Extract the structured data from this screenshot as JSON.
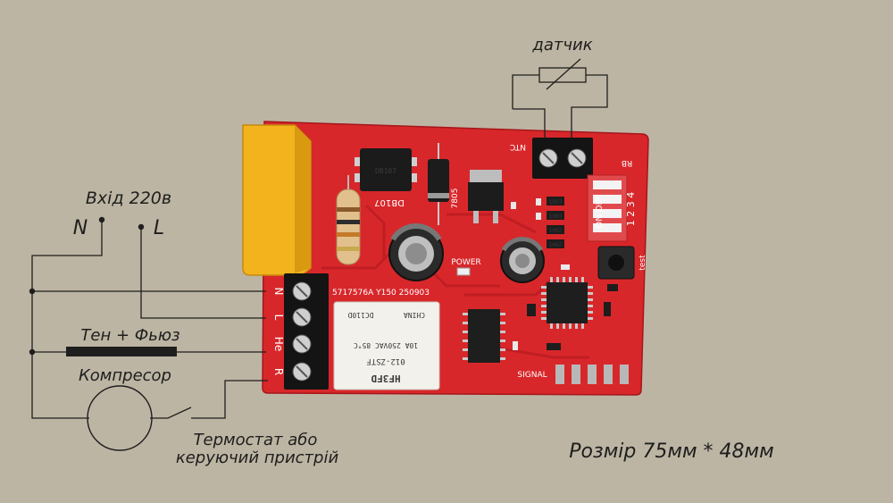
{
  "annotations": {
    "sensor": "датчик",
    "input": "Вхід 220в",
    "neutral": "N",
    "line": "L",
    "heater": "Тен + Фьюз",
    "compressor": "Компресор",
    "thermostat_line1": "Термостат або",
    "thermostat_line2": "керуючий пристрій",
    "size": "Розмір 75мм * 48мм"
  },
  "board": {
    "color": "#d8272a",
    "labels": {
      "ntc": "NTC",
      "rb": "RB",
      "dip": "ON DIP",
      "dip_nums": "1 2 3 4",
      "test": "test",
      "power": "POWER",
      "signal": "SIGNAL",
      "serial": "5717576A Y150 250903",
      "db107": "DB107",
      "bridge": "DB107",
      "reg": "7805",
      "terminal_labels": [
        "N",
        "L",
        "He",
        "R"
      ]
    },
    "relay": {
      "brand": "HF3FD",
      "model": "012-ZSTF",
      "rating1": "10A 250VAC 85°C",
      "rating2": "DC110D",
      "origin": "CHINA"
    },
    "smd_codes": [
      "1003",
      "1003",
      "1002",
      "1002"
    ]
  },
  "colors": {
    "background": "#bdb5a3",
    "wire": "#1e1e1e",
    "capacitor_yellow": "#f2b31d",
    "terminal": "#141414",
    "relay": "#f3f1ec"
  }
}
